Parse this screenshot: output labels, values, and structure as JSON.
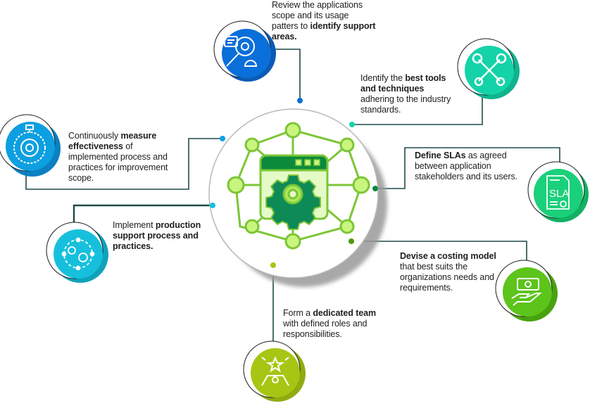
{
  "colors": {
    "review": "#0a6fd9",
    "tools": "#14d3a8",
    "measure": "#0d9fe0",
    "sla": "#1ad07a",
    "implement": "#16c0dc",
    "costing": "#5cc41a",
    "team": "#a6c614",
    "hub_green": "#8cd13c",
    "hub_dark": "#0b8a3c"
  },
  "steps": [
    {
      "id": "review",
      "segments": [
        {
          "text": "Review the applications scope and its usage patters to "
        },
        {
          "text": "identify support areas.",
          "bold": true
        }
      ],
      "icon": "search-gear-icon"
    },
    {
      "id": "tools",
      "segments": [
        {
          "text": "Identify the "
        },
        {
          "text": "best tools and techniques",
          "bold": true
        },
        {
          "text": " adhering to the industry standards."
        }
      ],
      "icon": "wrench-screwdriver-icon"
    },
    {
      "id": "measure",
      "segments": [
        {
          "text": "Continuously "
        },
        {
          "text": "measure effectiveness",
          "bold": true
        },
        {
          "text": " of implemented process and practices for improvement scope."
        }
      ],
      "icon": "stopwatch-gear-icon"
    },
    {
      "id": "sla",
      "segments": [
        {
          "text": "Define SLAs",
          "bold": true
        },
        {
          "text": " as agreed between application stakeholders and its users."
        }
      ],
      "icon": "sla-document-icon"
    },
    {
      "id": "implement",
      "segments": [
        {
          "text": "Implement "
        },
        {
          "text": "production support process and practices.",
          "bold": true
        }
      ],
      "icon": "process-cycle-icon"
    },
    {
      "id": "costing",
      "segments": [
        {
          "text": "Devise a costing model",
          "bold": true
        },
        {
          "text": " that best suits the organizations needs and requirements."
        }
      ],
      "icon": "money-hand-icon"
    },
    {
      "id": "team",
      "segments": [
        {
          "text": "Form a "
        },
        {
          "text": "dedicated team",
          "bold": true
        },
        {
          "text": " with defined roles and responsibilities."
        }
      ],
      "icon": "team-star-icon"
    }
  ],
  "hub": {
    "icon": "network-window-gear-icon"
  }
}
